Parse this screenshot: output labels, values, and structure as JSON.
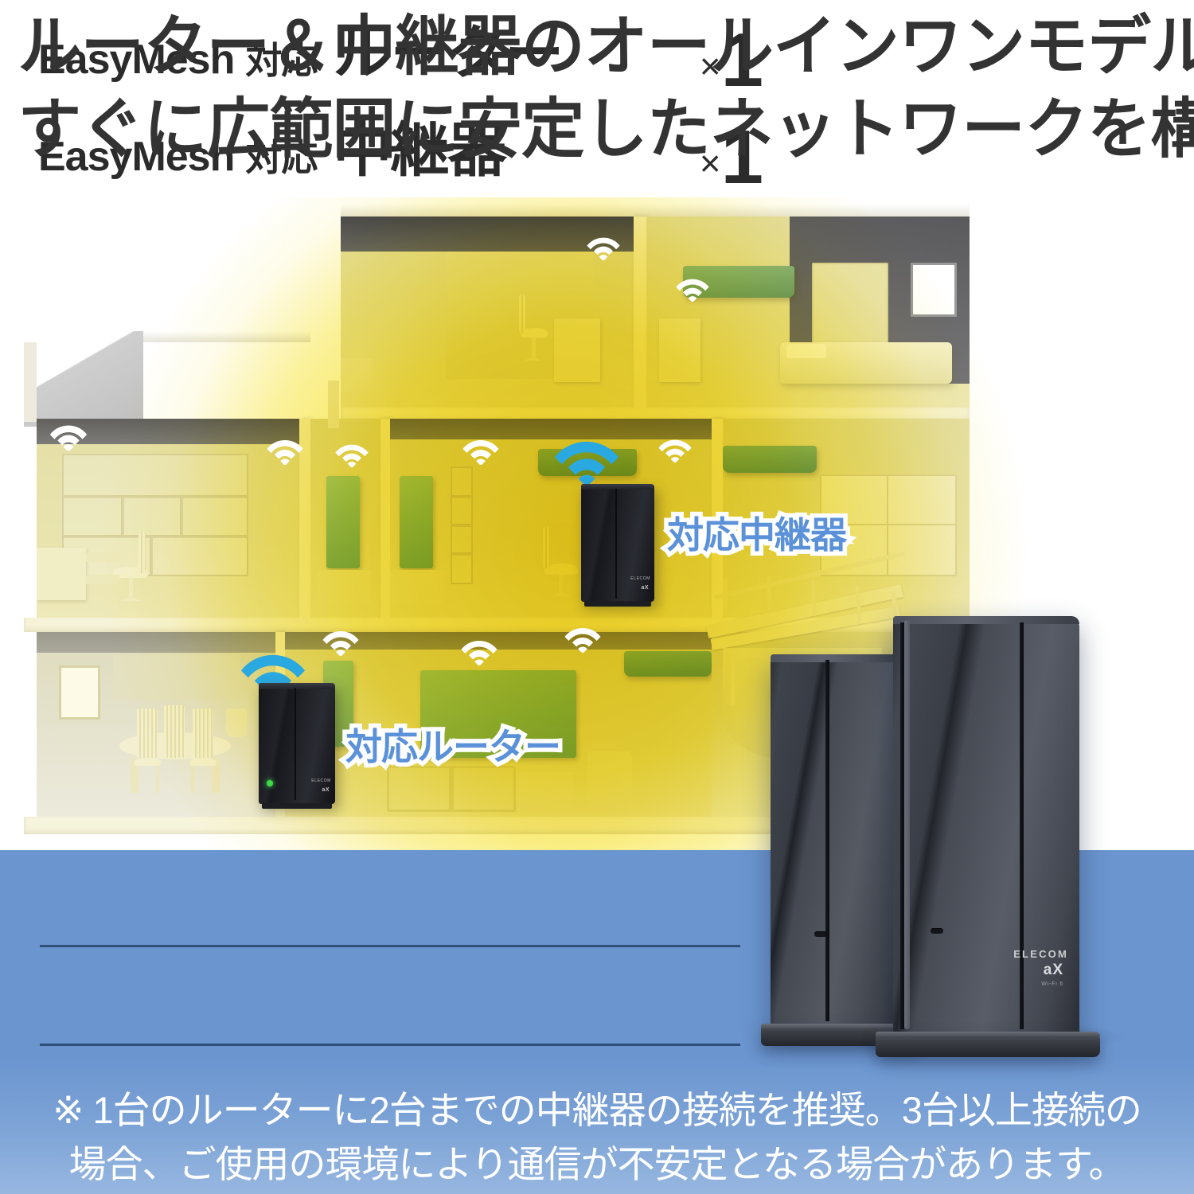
{
  "headline": {
    "line1": "ルーター＆中継器のオールインワンモデル",
    "line2": "すぐに広範囲に安定したネットワークを構築"
  },
  "illustration": {
    "callout_repeater": "対応中継器",
    "callout_router": "対応ルーター",
    "device_brand": "ELECOM",
    "device_model": "aX",
    "wifi_accent_color": "#2aa9e0",
    "wifi_inactive_color": "#ffffff",
    "coverage_glow_color": "#f5e23c"
  },
  "spec_panel": {
    "background_color": "#6b95cf",
    "divider_color": "#2f4f78",
    "rows": [
      {
        "brand": "EasyMesh",
        "support": "対応",
        "kind": "ルーター",
        "multiplier": "×",
        "count": "1"
      },
      {
        "brand": "EasyMesh",
        "support": "対応",
        "kind": "中継器",
        "multiplier": "×",
        "count": "1"
      }
    ]
  },
  "footnote": {
    "line1": "※ 1台のルーターに2台までの中継器の接続を推奨。3台以上接続の",
    "line2": "場合、ご使用の環境により通信が不安定となる場合があります。"
  },
  "product_photo": {
    "brand": "ELECOM",
    "model": "aX",
    "model_sub": "Wi-Fi 6"
  }
}
